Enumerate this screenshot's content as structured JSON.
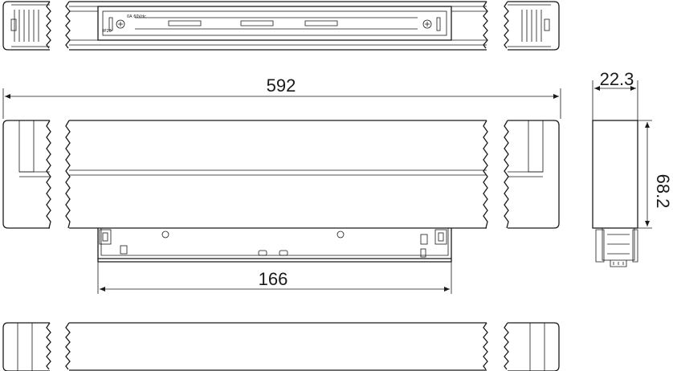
{
  "dimensions": {
    "length_total": "592",
    "length_module": "166",
    "width": "22.3",
    "height": "68.2"
  },
  "labels": {
    "plate_left": "IP20",
    "plate_text": "0A 60Vdc"
  }
}
